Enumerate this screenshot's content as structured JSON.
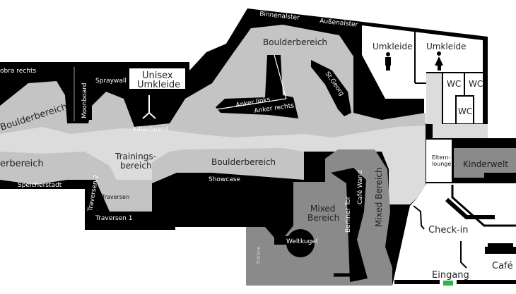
{
  "map": {
    "colors": {
      "wall": "#000000",
      "boulder": "#c4c4c4",
      "path": "#dcdcdc",
      "mixed": "#8a8a8a",
      "room": "#ffffff",
      "exit": "#2db34a"
    },
    "labels": {
      "kobra_rechts": "obra rechts",
      "boulder_left_upper": "Boulderbereich",
      "boulder_left_lower": "erbereich",
      "speicherstadt": "Speicherstadt",
      "moonboard": "Moonboard",
      "spraywall": "Spraywall",
      "unisex_1": "Unisex",
      "unisex_2": "Umkleide",
      "kilterboard": "Kilterboard",
      "trainings_1": "Trainings-",
      "trainings_2": "bereich",
      "traversen": "Traversen",
      "traversen_1": "Traversen 1",
      "traversen_2": "Traversen 2",
      "binnenalster": "Binnenalster",
      "aussenalster": "Außenalster",
      "boulder_top": "Boulderbereich",
      "anker_links": "Anker links",
      "anker_rechts": "Anker rechts",
      "st_georg": "St.Georg",
      "boulder_center": "Boulderbereich",
      "showcase": "Showcase",
      "umkleide_m": "Umkleide",
      "umkleide_f": "Umkleide",
      "wc1": "WC",
      "wc2": "WC",
      "wc3": "WC",
      "eltern_1": "Eltern-",
      "eltern_2": "lounge",
      "kinderwelt": "Kinderwelt",
      "mixed_1": "Mixed",
      "mixed_2": "Bereich",
      "mixed_right": "Mixed Bereich",
      "berliner_tor": "Berliner Tor",
      "cafe_wand": "Café Wand",
      "weltkugel": "Weltkugel",
      "tribune": "Tribüne",
      "checkin": "Check-in",
      "cafe": "Café",
      "eingang": "Eingang"
    }
  }
}
